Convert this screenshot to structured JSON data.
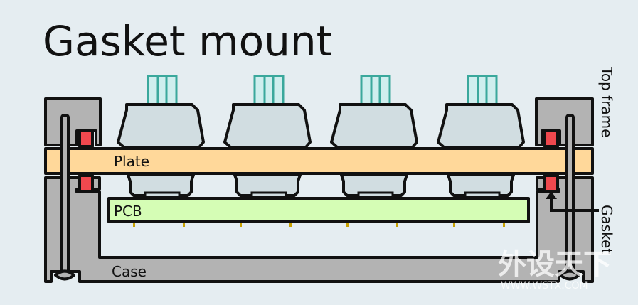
{
  "title": "Gasket mount",
  "labels": {
    "plate": "Plate",
    "pcb": "PCB",
    "case": "Case",
    "top_frame": "Top frame",
    "gasket": "Gasket"
  },
  "watermark": {
    "main": "外设天下",
    "sub": "WWW.WSTX.COM"
  },
  "switch_count": 4,
  "colors": {
    "background": "#e5edf1",
    "case": "#b3b3b3",
    "plate": "#ffd89a",
    "pcb": "#d5fdb5",
    "gasket": "#f0484e",
    "switch_housing": "#d1dde1",
    "stem": "#cfeeee",
    "stem_outline": "#3aa89c",
    "pin": "#c8a000"
  }
}
